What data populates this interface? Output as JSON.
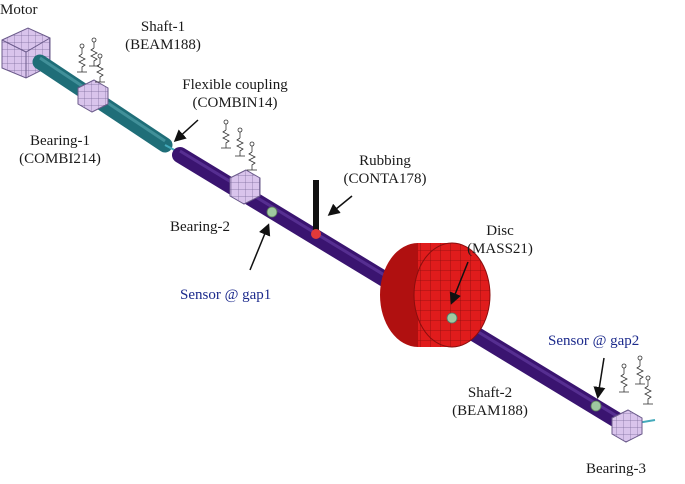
{
  "labels": {
    "motor": "Motor",
    "shaft1_name": "Shaft-1",
    "shaft1_elem": "(BEAM188)",
    "coupling_name": "Flexible coupling",
    "coupling_elem": "(COMBIN14)",
    "bearing1_name": "Bearing-1",
    "bearing1_elem": "(COMBI214)",
    "rubbing_name": "Rubbing",
    "rubbing_elem": "(CONTA178)",
    "bearing2_name": "Bearing-2",
    "disc_name": "Disc",
    "disc_elem": "(MASS21)",
    "sensor1": "Sensor @ gap1",
    "sensor2": "Sensor @ gap2",
    "shaft2_name": "Shaft-2",
    "shaft2_elem": "(BEAM188)",
    "bearing3_name": "Bearing-3"
  },
  "colors": {
    "shaft1": "#1f6e78",
    "shaft2": "#3a1470",
    "disc": "#e01c1c",
    "mesh_block": "#d9c4ec",
    "sensor_dot": "#9fc9a0",
    "rub_dot": "#e23a3a",
    "label_blue": "#1c2a8c"
  },
  "icons": [
    "arrow-icon",
    "spring-damper-icon",
    "mesh-block-icon"
  ]
}
